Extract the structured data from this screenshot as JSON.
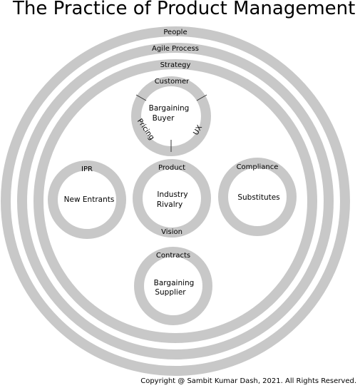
{
  "title": "The Practice of Product Management",
  "copyright": "Copyright @ Sambit Kumar Dash, 2021. All Rights Reserved.",
  "colors": {
    "ring": "#c8c8c8",
    "background": "#ffffff",
    "text": "#000000",
    "divider": "#333333"
  },
  "outer_rings": {
    "people": "People",
    "agile_process": "Agile Process",
    "strategy": "Strategy"
  },
  "forces": {
    "customer": {
      "ring_label": "Customer",
      "center_line1": "Bargaining",
      "center_line2": "Buyer",
      "left_segment": "Pricing",
      "right_segment": "UX"
    },
    "ipr": {
      "ring_label": "IPR",
      "center": "New Entrants"
    },
    "product": {
      "ring_label": "Product",
      "center_line1": "Industry",
      "center_line2": "Rivalry",
      "bottom_label": "Vision"
    },
    "compliance": {
      "ring_label": "Compliance",
      "center": "Substitutes"
    },
    "contracts": {
      "ring_label": "Contracts",
      "center_line1": "Bargaining",
      "center_line2": "Supplier"
    }
  }
}
